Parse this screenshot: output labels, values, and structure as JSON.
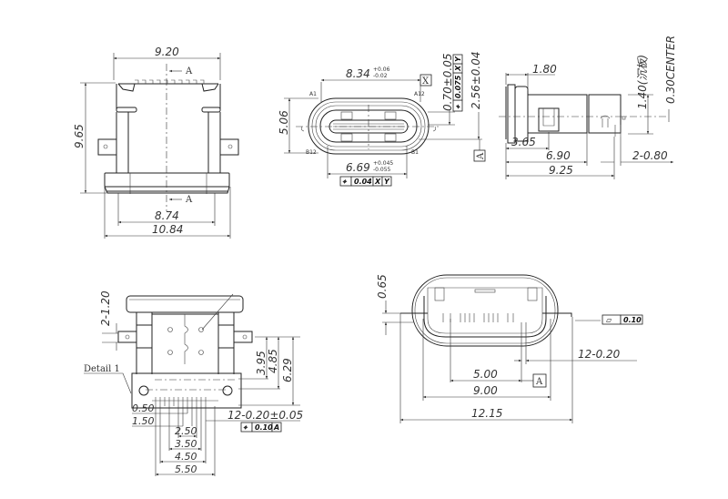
{
  "top_view": {
    "width_top": "9.20",
    "height": "9.65",
    "width_bottom_inner": "8.74",
    "width_bottom_outer": "10.84",
    "section_label": "A"
  },
  "front_view": {
    "width_outer": "8.34",
    "width_outer_tol_plus": "+0.06",
    "width_outer_tol_minus": "-0.02",
    "height": "5.06",
    "width_inner": "6.69",
    "width_inner_tol_plus": "+0.045",
    "width_inner_tol_minus": "-0.055",
    "fcf_inner": {
      "symbol": "⌖",
      "value": "0.04",
      "datum1": "X",
      "datum2": "Y"
    },
    "datum_x": "X",
    "offset": "0.70±0.05",
    "fcf_offset": {
      "symbol": "⌖",
      "value": "0.075",
      "datum1": "X",
      "datum2": "Y"
    },
    "height_to_datum": "2.56±0.04",
    "datum_a": "A",
    "pin_labels": [
      "A1",
      "A12",
      "B12",
      "B1"
    ]
  },
  "side_view": {
    "flange": "1.80",
    "dim_365": "3.65",
    "dim_690": "6.90",
    "length": "9.25",
    "pin_width": "2-0.80",
    "sink": "1.40(沉板)",
    "center": "0.30CENTER"
  },
  "pcb_view": {
    "tab_width": "2-1.20",
    "detail_label": "Detail  1",
    "dim_395": "3.95",
    "dim_485": "4.85",
    "dim_629": "6.29",
    "pitch_050": "0.50",
    "pitch_150": "1.50",
    "pitch_250": "2.50",
    "pitch_350": "3.50",
    "pitch_450": "4.50",
    "pitch_550": "5.50",
    "pin_width": "12-0.20±0.05",
    "fcf": {
      "symbol": "⌖",
      "value": "0.10",
      "datum": "A"
    }
  },
  "end_view": {
    "height": "0.65",
    "flatness": {
      "symbol": "⏥",
      "value": "0.10"
    },
    "pin_width": "12-0.20",
    "dim_500": "5.00",
    "dim_900": "9.00",
    "dim_1215": "12.15",
    "datum_a": "A"
  }
}
